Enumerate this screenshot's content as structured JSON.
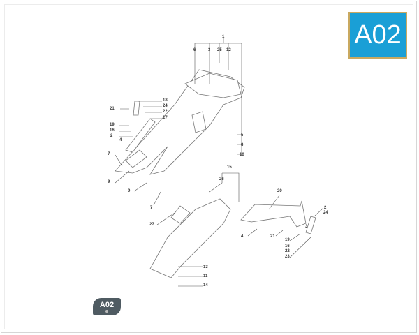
{
  "badge": {
    "code": "A02",
    "color": "#1a9fd6",
    "border_color": "#c9a960"
  },
  "footer_badge": {
    "code": "A02"
  },
  "diagram": {
    "callouts": [
      "1",
      "6",
      "3",
      "25",
      "12",
      "18",
      "24",
      "22",
      "17",
      "21",
      "19",
      "16",
      "2",
      "4",
      "7",
      "9",
      "9",
      "7",
      "5",
      "8",
      "10",
      "15",
      "26",
      "27",
      "20",
      "2",
      "24",
      "3",
      "4",
      "21",
      "19",
      "16",
      "22",
      "23",
      "13",
      "11",
      "14"
    ]
  }
}
